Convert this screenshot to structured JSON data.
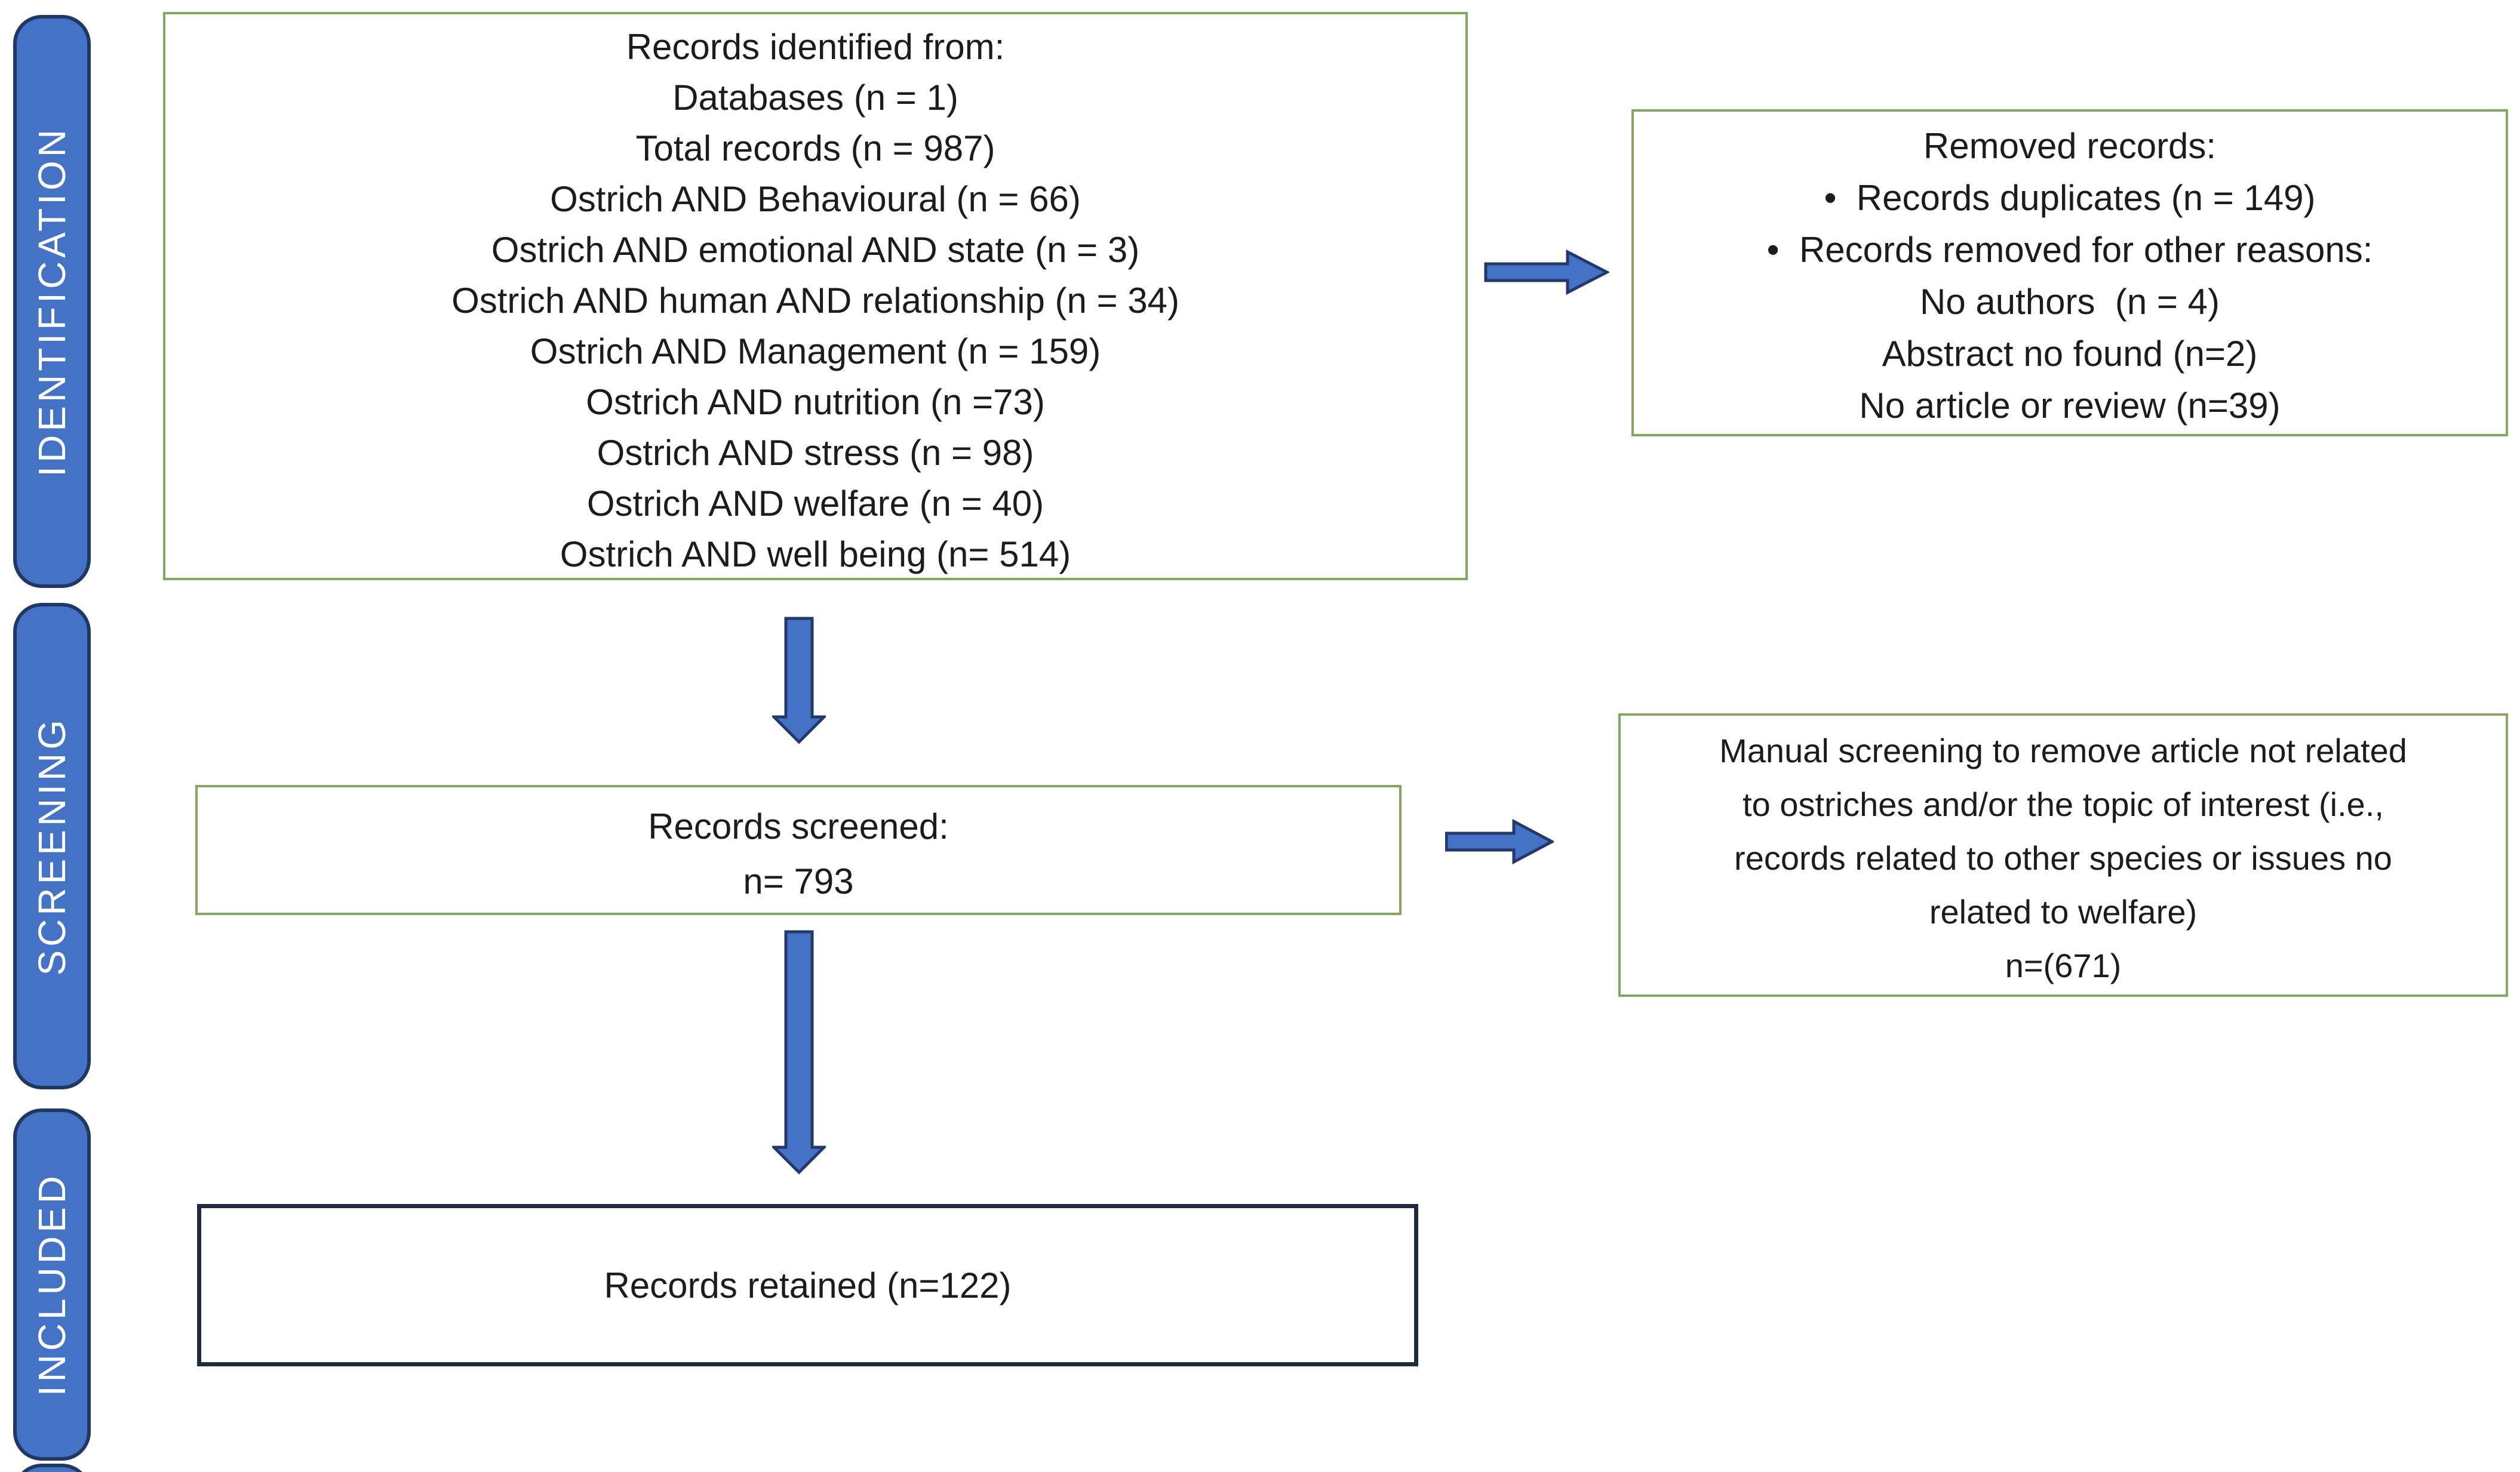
{
  "sidebar": {
    "stages": [
      {
        "label": "IDENTIFICATION"
      },
      {
        "label": "SCREENING"
      },
      {
        "label": "INCLUDED"
      }
    ]
  },
  "boxes": {
    "identified": {
      "lines": [
        "Records identified from:",
        "Databases (n = 1)",
        "Total records (n = 987)",
        "Ostrich AND Behavioural (n = 66)",
        "Ostrich AND emotional AND state (n = 3)",
        "Ostrich AND human AND relationship (n = 34)",
        "Ostrich AND Management (n = 159)",
        "Ostrich AND nutrition (n =73)",
        "Ostrich AND stress (n = 98)",
        "Ostrich AND welfare (n = 40)",
        "Ostrich AND well being (n= 514)"
      ]
    },
    "removed": {
      "lines": [
        "Removed records:",
        "•  Records duplicates (n = 149)",
        "•  Records removed for other reasons:",
        "No authors  (n = 4)",
        "Abstract no found (n=2)",
        "No article or review (n=39)"
      ]
    },
    "screened": {
      "lines": [
        "Records screened:",
        "n= 793"
      ]
    },
    "manual": {
      "lines": [
        "Manual screening to remove article not related",
        "to ostriches and/or the topic of interest (i.e.,",
        "records related to other species or issues no",
        "related to welfare)",
        "n=(671)"
      ]
    },
    "retained": {
      "lines": [
        "Records retained (n=122)"
      ]
    }
  },
  "colors": {
    "stage_bar_fill": "#4472C4",
    "stage_bar_border": "#1F3864",
    "box_border_green": "#84A75F",
    "box_border_dark": "#222A3F",
    "arrow_fill": "#4472C4",
    "arrow_outline": "#24396B",
    "text": "#1c1c1c",
    "background": "#FFFFFF"
  }
}
